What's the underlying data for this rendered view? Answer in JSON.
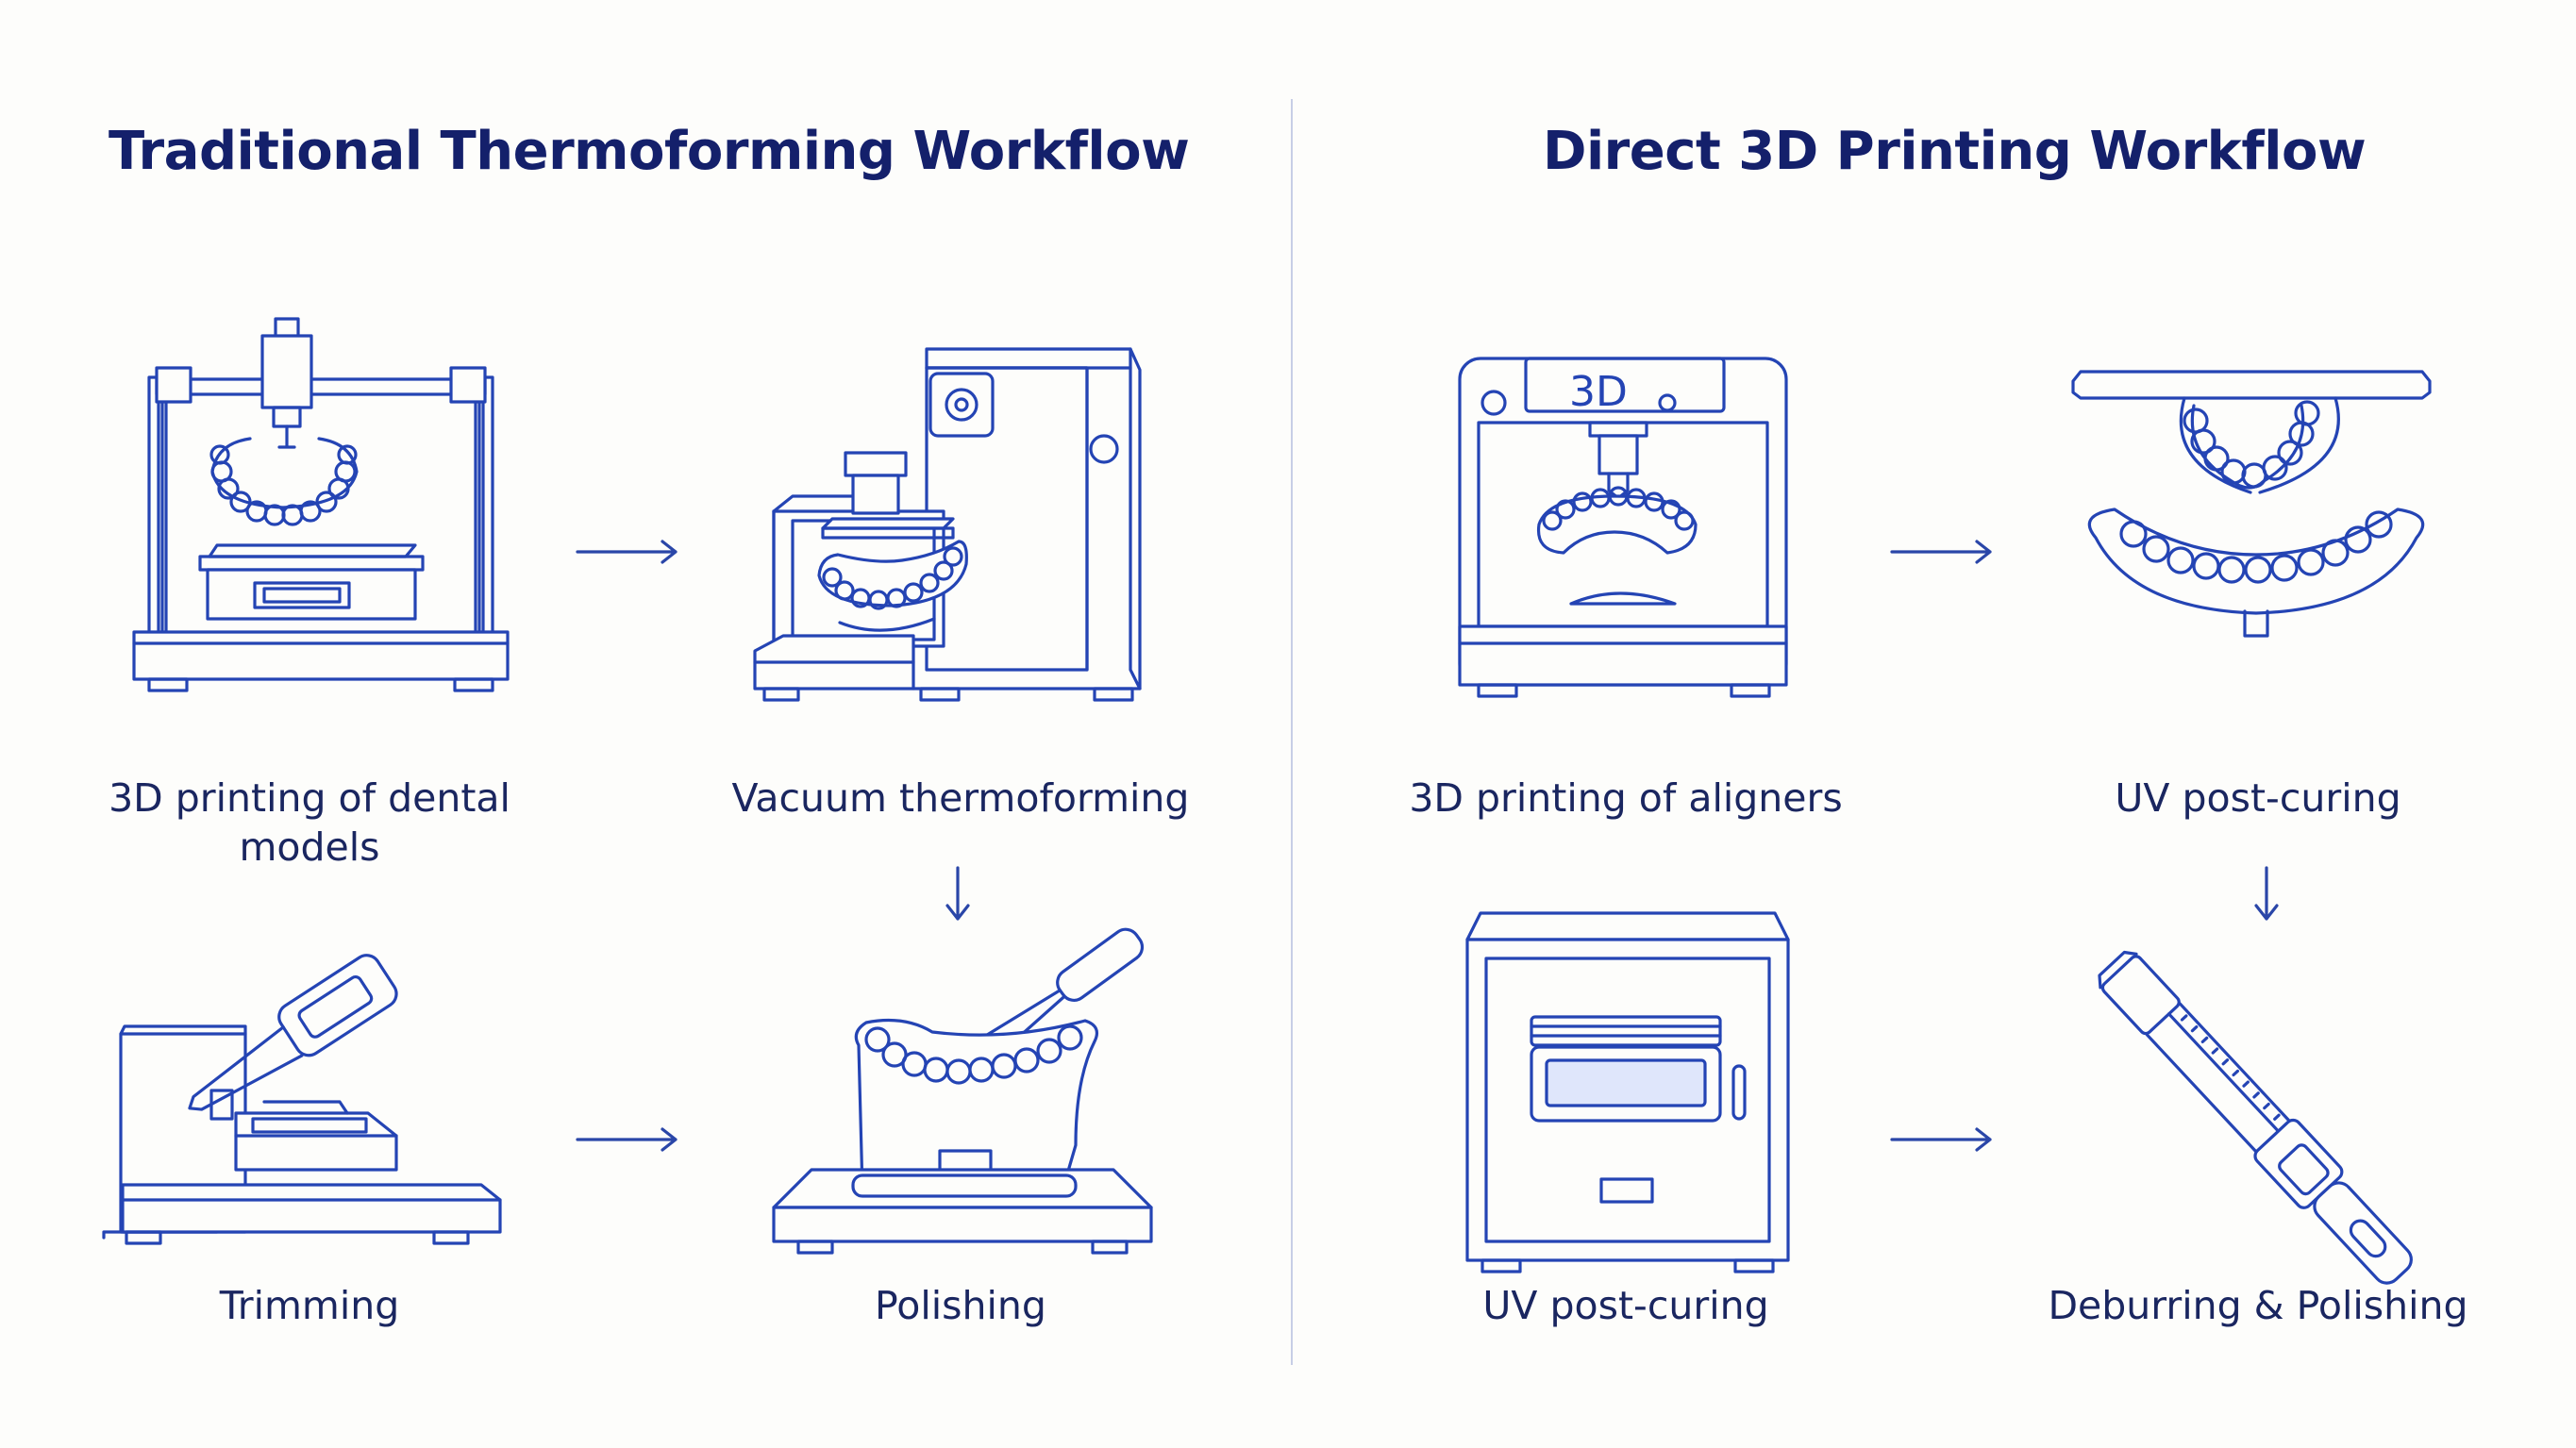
{
  "left_workflow": {
    "title": "Traditional Thermoforming Workflow",
    "steps": [
      {
        "label": "3D printing of dental models",
        "icon": "3d-printer-dental-model-icon"
      },
      {
        "label": "Vacuum thermoforming",
        "icon": "vacuum-thermoforming-machine-icon"
      },
      {
        "label": "Trimming",
        "icon": "trimming-machine-icon"
      },
      {
        "label": "Polishing",
        "icon": "polishing-tool-icon"
      }
    ]
  },
  "right_workflow": {
    "title": "Direct 3D Printing Workflow",
    "steps": [
      {
        "label": "3D printing of aligners",
        "icon": "3d-printer-aligner-icon",
        "screen_text": "3D"
      },
      {
        "label": "UV post-curing",
        "icon": "aligner-curing-icon"
      },
      {
        "label": "UV post-curing",
        "icon": "uv-curing-oven-icon"
      },
      {
        "label": "Deburring & Polishing",
        "icon": "deburring-tool-icon"
      }
    ]
  },
  "colors": {
    "title": "#14206b",
    "line_art": "#2444b4",
    "caption": "#1a2660",
    "divider": "#c7cee6",
    "background": "#fdfdfb"
  }
}
